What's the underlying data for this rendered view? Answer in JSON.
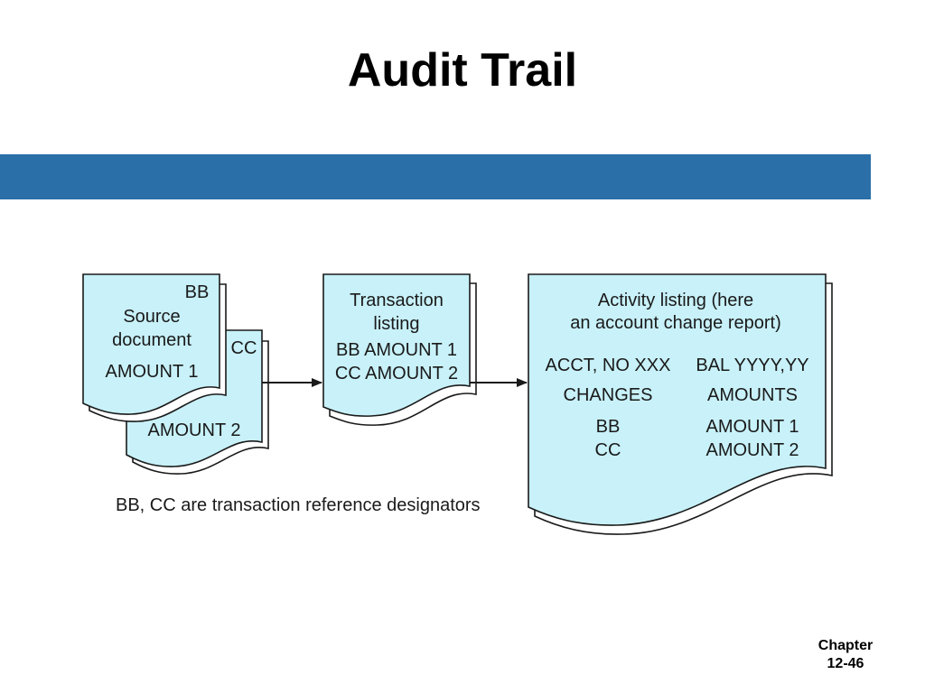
{
  "slide": {
    "title": "Audit Trail",
    "band_color": "#2a6fa8"
  },
  "diagram": {
    "doc_fill": "#c8f1f9",
    "source_document": {
      "ref": "BB",
      "title_line1": "Source",
      "title_line2": "document",
      "amount": "AMOUNT 1"
    },
    "second_document": {
      "ref": "CC",
      "amount": "AMOUNT 2"
    },
    "transaction_listing": {
      "title_line1": "Transaction",
      "title_line2": "listing",
      "row1": "BB AMOUNT 1",
      "row2": "CC AMOUNT 2"
    },
    "activity_listing": {
      "title_line1": "Activity listing (here",
      "title_line2": "an account change report)",
      "acct": "ACCT, NO XXX",
      "bal": "BAL YYYY,YY",
      "col_changes": "CHANGES",
      "col_amounts": "AMOUNTS",
      "change1": "BB",
      "change2": "CC",
      "amount1": "AMOUNT 1",
      "amount2": "AMOUNT 2"
    },
    "caption": "BB, CC are transaction reference designators"
  },
  "footer": {
    "line1": "Chapter",
    "line2": "12-46"
  }
}
